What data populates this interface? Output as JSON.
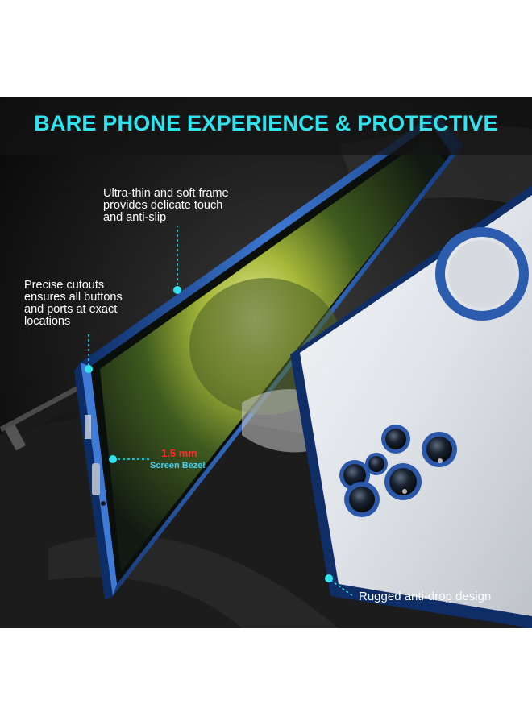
{
  "header": {
    "title": "BARE PHONE EXPERIENCE & PROTECTIVE"
  },
  "callouts": {
    "frame": [
      "Ultra-thin and soft frame",
      "provides delicate touch",
      "and anti-slip"
    ],
    "cutouts": [
      "Precise cutouts",
      "ensures all buttons",
      "and ports at exact",
      "locations"
    ],
    "bezel": {
      "value": "1.5",
      "unit": "mm",
      "label": "Screen Bezel"
    },
    "drop": "Rugged anti-drop design"
  },
  "colors": {
    "accent": "#2fe4ee",
    "case_blue": "#1f4f9a",
    "bezel_value": "#ff2a2a",
    "bezel_label": "#3fd3ff"
  }
}
